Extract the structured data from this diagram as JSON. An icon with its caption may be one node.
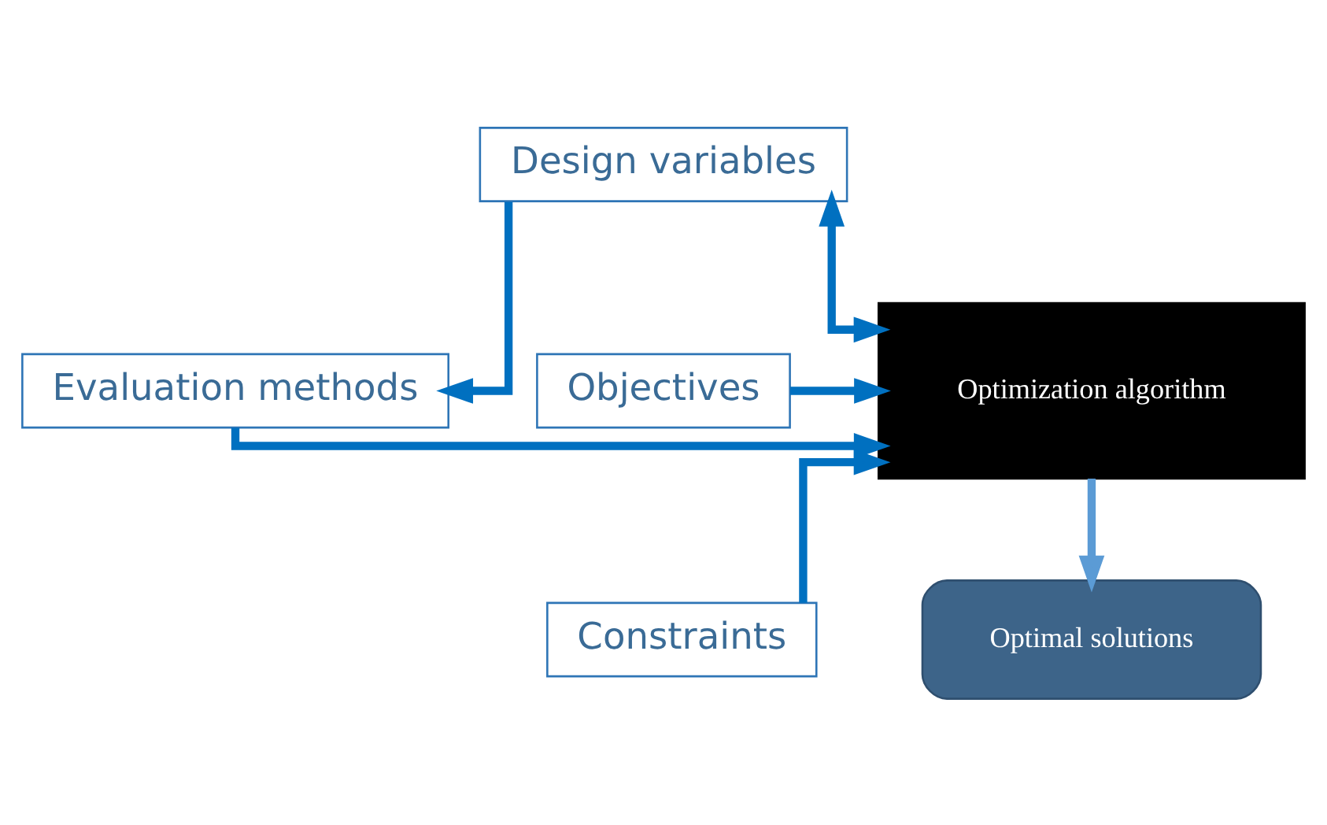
{
  "diagram": {
    "nodes": [
      {
        "text": [
          "Design variables"
        ]
      },
      {
        "text": [
          "Evaluation methods"
        ]
      },
      {
        "text": [
          "Objectives"
        ]
      },
      {
        "text": [
          "Optimization algorithm"
        ]
      },
      {
        "text": [
          "Constraints"
        ]
      },
      {
        "text": [
          "Optimal solutions"
        ]
      }
    ],
    "edges": [
      {
        "from": 0,
        "to": 1,
        "arrow": "to"
      },
      {
        "from": 0,
        "to": 3,
        "arrow": "both"
      },
      {
        "from": 1,
        "to": 3,
        "arrow": "to"
      },
      {
        "from": 2,
        "to": 3,
        "arrow": "to"
      },
      {
        "from": 4,
        "to": 3,
        "arrow": "to"
      },
      {
        "from": 3,
        "to": 5,
        "arrow": "to",
        "color": "#5b9bd5"
      }
    ]
  }
}
